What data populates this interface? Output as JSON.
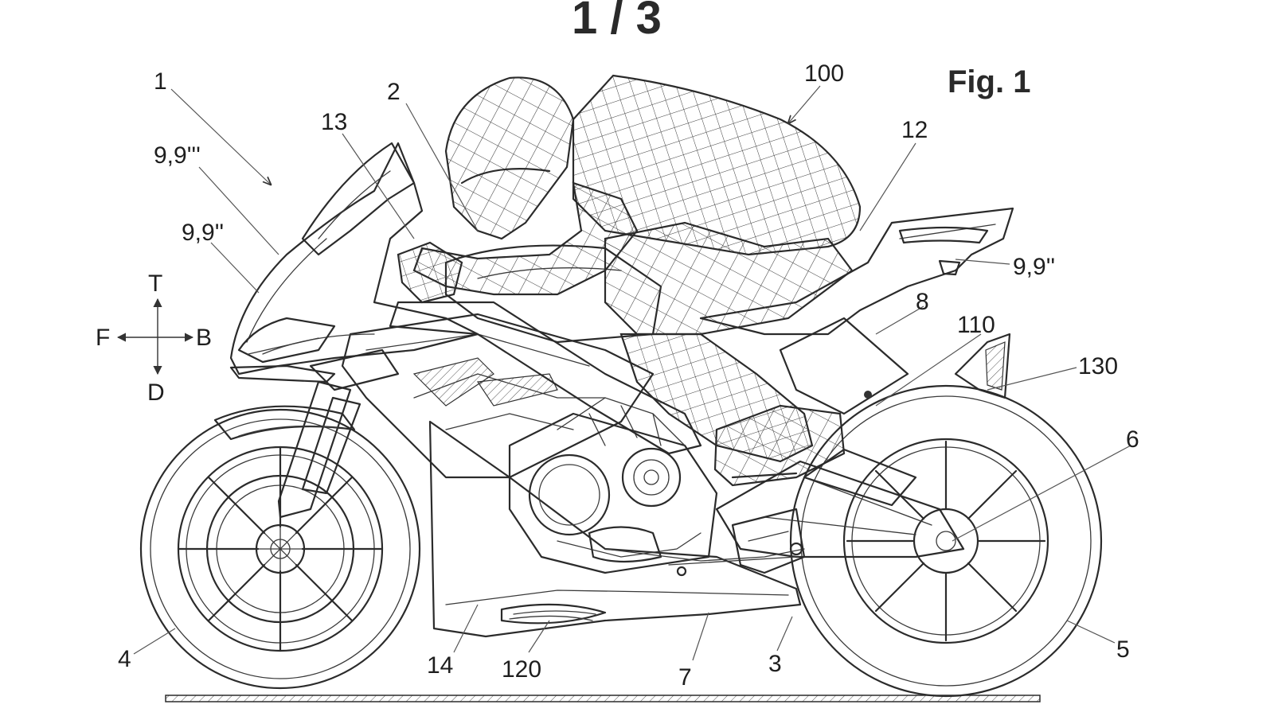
{
  "sheet_number": "1 / 3",
  "figure_label": "Fig. 1",
  "directions": {
    "top": "T",
    "down": "D",
    "front": "F",
    "back": "B"
  },
  "reference_labels": {
    "motorcycle": "1",
    "rider": "100",
    "fairing_upper": "9,9'''",
    "fairing_mid": "9,9''",
    "tail_label": "9,9''",
    "item_2": "2",
    "item_13": "13",
    "item_12": "12",
    "item_8": "8",
    "item_110": "110",
    "item_130": "130",
    "item_6": "6",
    "item_5": "5",
    "item_4": "4",
    "item_14": "14",
    "item_120": "120",
    "item_7": "7",
    "item_3": "3"
  }
}
